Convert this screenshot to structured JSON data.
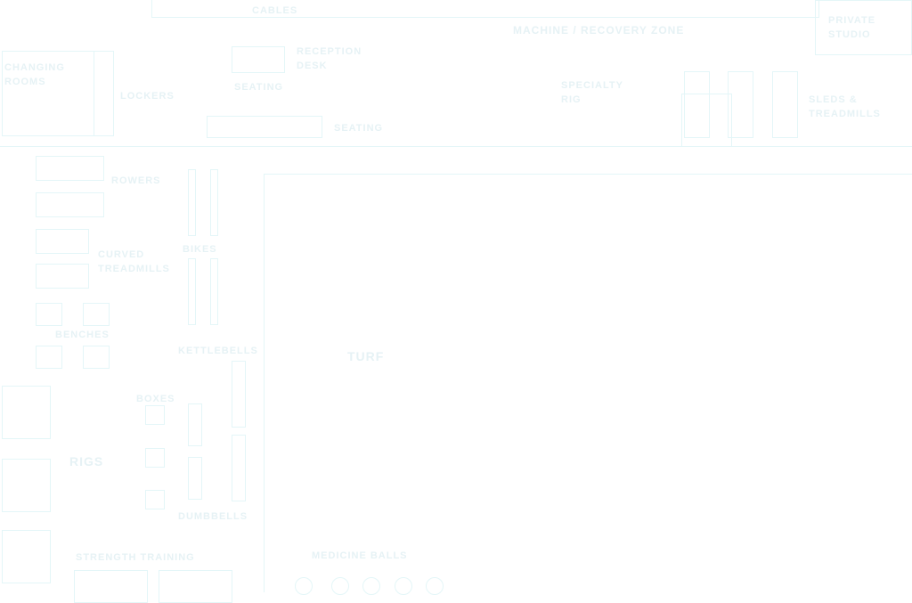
{
  "title": "Gym floor plan",
  "zones": {
    "changing_rooms": "CHANGING\nROOMS",
    "lockers": "LOCKERS",
    "reception": "RECEPTION\nDESK",
    "seating": "SEATING",
    "cables": "CABLES",
    "machine_zone": "MACHINE / RECOVERY ZONE",
    "private_studio": "PRIVATE\nSTUDIO",
    "specialty_rig": "SPECIALTY\nRIG",
    "sleds_treadmills": "SLEDS &\nTREADMILLS",
    "rowers": "ROWERS",
    "curved_treadmills": "CURVED\nTREADMILLS",
    "bikes": "BIKES",
    "benches": "BENCHES",
    "kettlebells": "KETTLEBELLS",
    "boxes": "BOXES",
    "rigs": "RIGS",
    "dumbbells": "DUMBBELLS",
    "strength": "STRENGTH TRAINING",
    "turf": "TURF",
    "medicine_balls": "MEDICINE BALLS"
  },
  "line_color": "#e4f6f8"
}
